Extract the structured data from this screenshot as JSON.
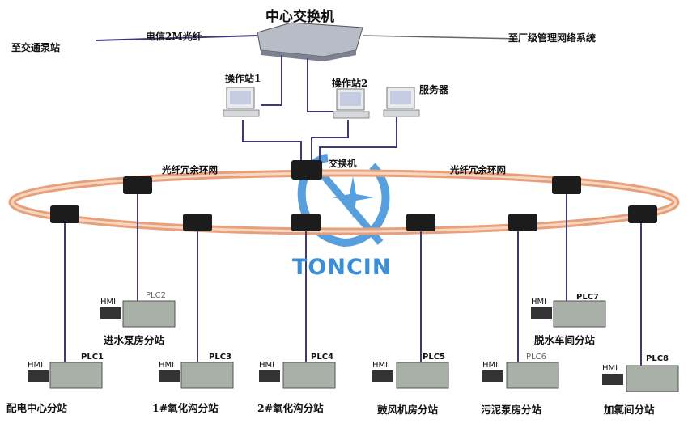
{
  "title": "中心交换机",
  "external": {
    "left_label": "至交通泵站",
    "telecom_label": "电信2M光纤",
    "right_label": "至厂级管理网络系统"
  },
  "nodes": {
    "op_station_1": "操作站1",
    "op_station_2": "操作站2",
    "server": "服务器",
    "ring_switch": "交换机"
  },
  "ring": {
    "left_label": "光纤冗余环网",
    "right_label": "光纤冗余环网"
  },
  "watermark": {
    "brand": "TONCIN"
  },
  "stations": [
    {
      "name": "配电中心分站",
      "plc": "PLC1",
      "hmi": "HMI"
    },
    {
      "name": "进水泵房分站",
      "plc": "PLC2",
      "hmi": "HMI"
    },
    {
      "name": "1#氧化沟分站",
      "plc": "PLC3",
      "hmi": "HMI"
    },
    {
      "name": "2#氧化沟分站",
      "plc": "PLC4",
      "hmi": "HMI"
    },
    {
      "name": "鼓风机房分站",
      "plc": "PLC5",
      "hmi": "HMI"
    },
    {
      "name": "污泥泵房分站",
      "plc": "PLC6",
      "hmi": "HMI"
    },
    {
      "name": "脱水车间分站",
      "plc": "PLC7",
      "hmi": "HMI"
    },
    {
      "name": "加氯间分站",
      "plc": "PLC8",
      "hmi": "HMI"
    }
  ],
  "colors": {
    "ring": "#e8a07a",
    "ring_inner": "#f6d7c3",
    "link": "#3d3a7a",
    "device": "#1c1c1c",
    "brand": "#3a8fd8"
  }
}
